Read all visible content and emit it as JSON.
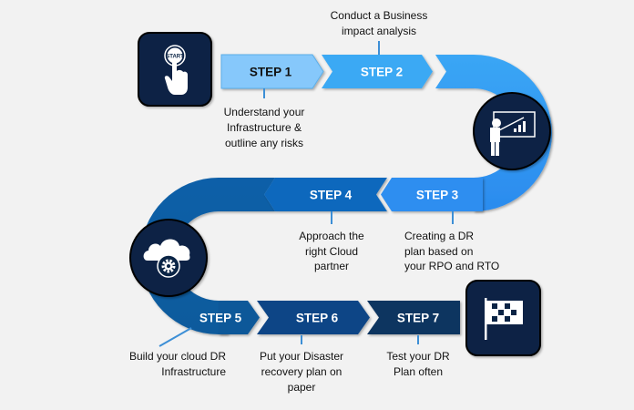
{
  "steps": [
    {
      "label": "STEP 1",
      "desc": [
        "Understand your",
        "Infrastructure &",
        "outline any risks"
      ],
      "color": "#86c8fb"
    },
    {
      "label": "STEP 2",
      "desc": [
        "Conduct a Business",
        "impact analysis"
      ],
      "color": "#3ba9f4"
    },
    {
      "label": "STEP 3",
      "desc": [
        "Creating a DR",
        "plan based on",
        "your RPO and RTO"
      ],
      "color": "#2d8ef0"
    },
    {
      "label": "STEP 4",
      "desc": [
        "Approach the",
        "right Cloud",
        "partner"
      ],
      "color": "#0a67bd"
    },
    {
      "label": "STEP 5",
      "desc": [
        "Build your cloud DR",
        "Infrastructure"
      ],
      "color": "#0c5899"
    },
    {
      "label": "STEP 6",
      "desc": [
        "Put your Disaster",
        "recovery plan on",
        "paper"
      ],
      "color": "#0d4586"
    },
    {
      "label": "STEP 7",
      "desc": [
        "Test your DR",
        "Plan often"
      ],
      "color": "#0b3461"
    }
  ],
  "icons": {
    "start": {
      "name": "start-button-icon",
      "text": "START"
    },
    "presenter": "presenter-chart-icon",
    "cloud": "cloud-gear-icon",
    "finish": "checkered-flag-icon"
  },
  "colors": {
    "navy": "#0a2445",
    "background": "#f2f2f2"
  }
}
